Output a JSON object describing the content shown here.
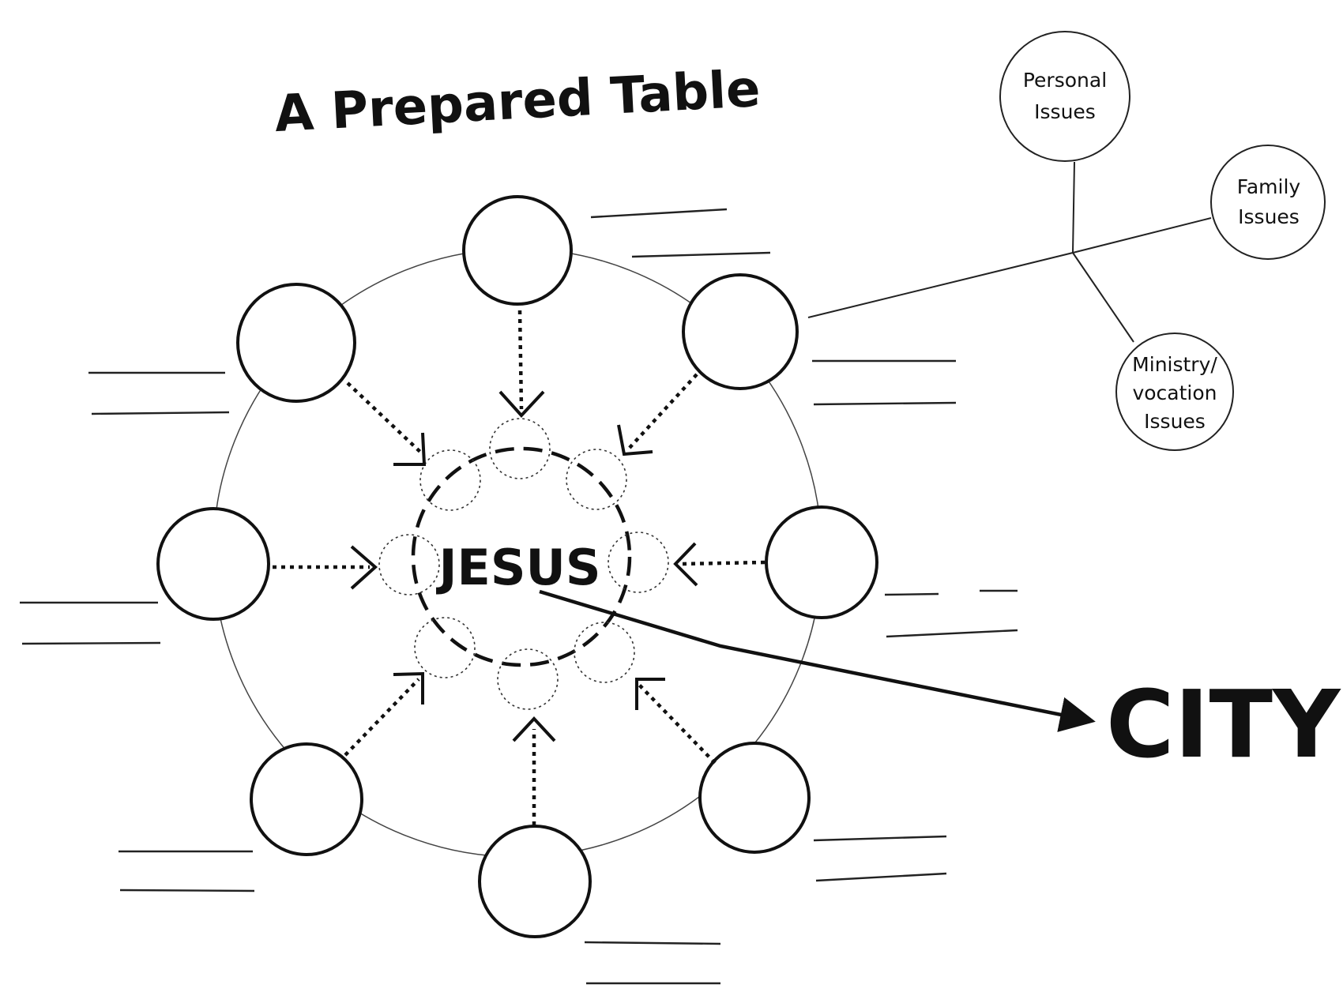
{
  "title": "A Prepared Table",
  "center_label": "JESUS",
  "target_label": "CITY",
  "issue_circles": [
    {
      "id": "personal",
      "lines": [
        "Personal",
        "Issues"
      ]
    },
    {
      "id": "family",
      "lines": [
        "Family",
        "Issues"
      ]
    },
    {
      "id": "ministry",
      "lines": [
        "Ministry/",
        "vocation",
        "Issues"
      ]
    }
  ],
  "seat_count": 8,
  "colors": {
    "ink": "#111111",
    "background": "#ffffff"
  }
}
